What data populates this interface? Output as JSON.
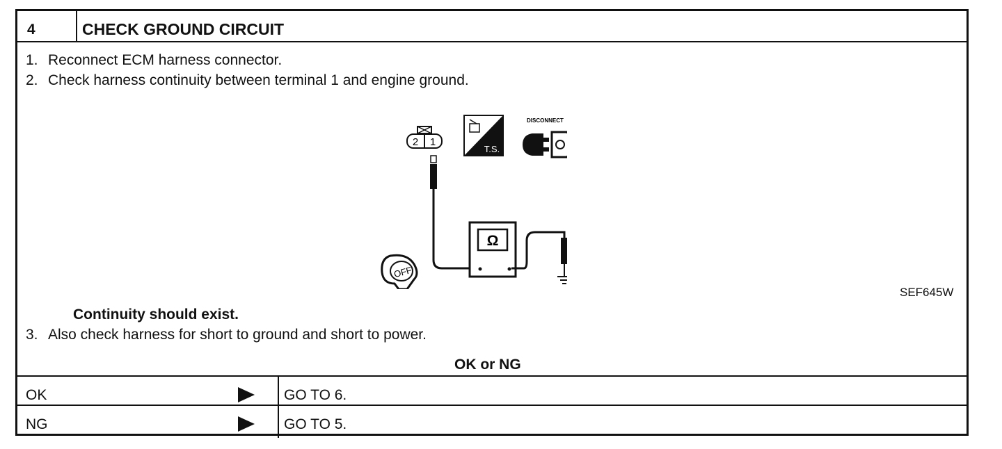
{
  "header": {
    "step_number": "4",
    "title": "CHECK GROUND CIRCUIT"
  },
  "steps": [
    {
      "num": "1.",
      "text": "Reconnect ECM harness connector."
    },
    {
      "num": "2.",
      "text": "Check harness continuity between terminal 1 and engine ground."
    },
    {
      "num": "3.",
      "text": "Also check harness for short to ground and short to power."
    }
  ],
  "figure": {
    "figure_id": "SEF645W",
    "connector_terminals": [
      "2",
      "1"
    ],
    "ts_label": "T.S.",
    "disconnect_label": "DISCONNECT",
    "ohm_symbol": "Ω",
    "ignition_label": "OFF"
  },
  "result_note": "Continuity should exist.",
  "decision": {
    "heading": "OK or NG",
    "rows": [
      {
        "condition": "OK",
        "action": "GO TO 6."
      },
      {
        "condition": "NG",
        "action": "GO TO 5."
      }
    ]
  }
}
